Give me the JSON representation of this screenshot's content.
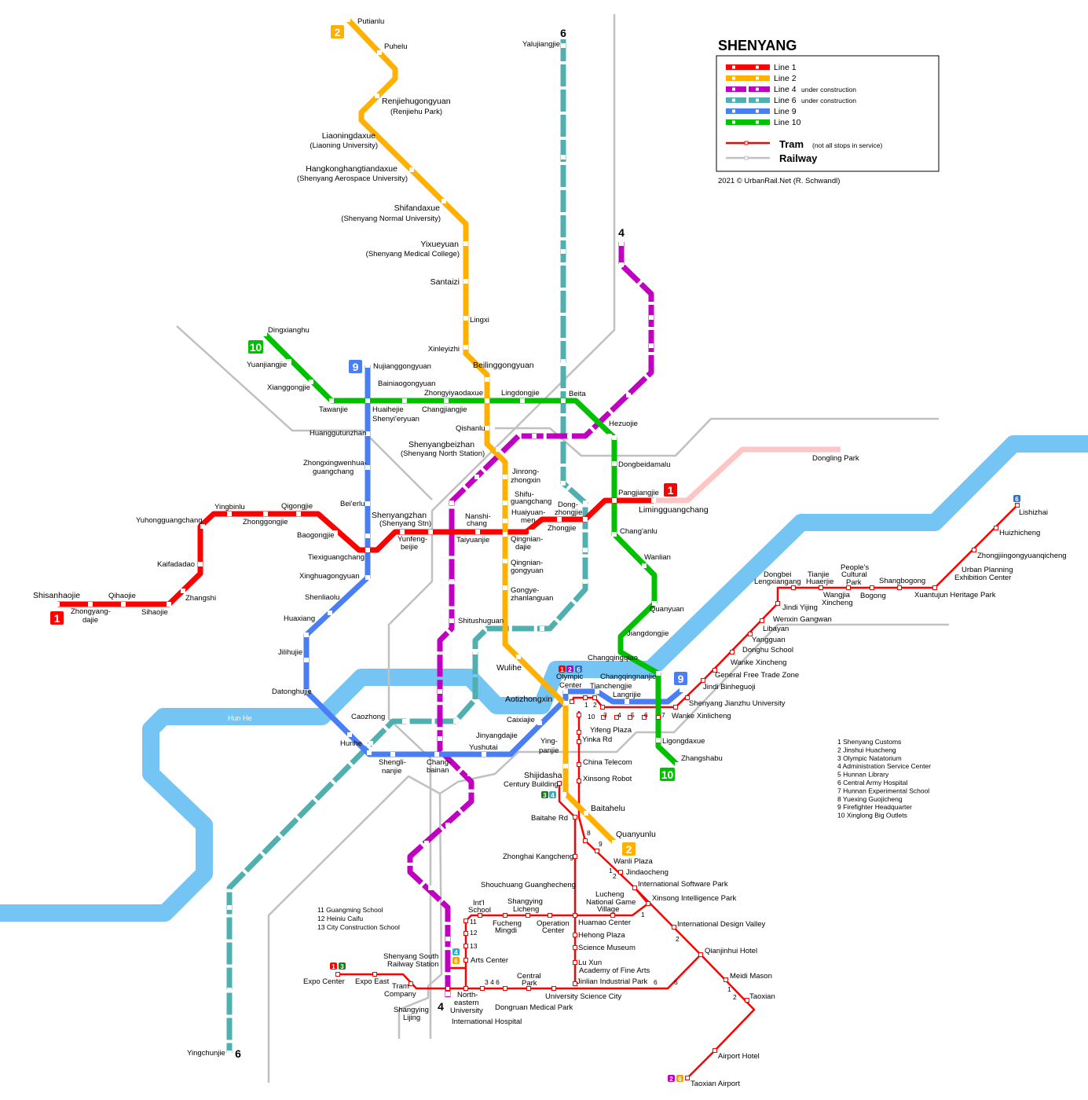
{
  "title": "SHENYANG",
  "legend": {
    "lines": [
      {
        "label": "Line 1",
        "note": "",
        "color": "#FF0000"
      },
      {
        "label": "Line 2",
        "note": "",
        "color": "#FFB000"
      },
      {
        "label": "Line 4",
        "note": "under construction",
        "color": "#C000C0"
      },
      {
        "label": "Line 6",
        "note": "under construction",
        "color": "#50B0B0"
      },
      {
        "label": "Line 9",
        "note": "",
        "color": "#4A7EF5"
      },
      {
        "label": "Line 10",
        "note": "",
        "color": "#00C000"
      }
    ],
    "tram_label": "Tram",
    "tram_note": "(not all stops in service)",
    "railway_label": "Railway",
    "copyright": "2021 © UrbanRail.Net (R. Schwandl)"
  },
  "river_label": "Hun He",
  "badges": [
    "2",
    "10",
    "9",
    "1",
    "1",
    "9",
    "10",
    "2"
  ],
  "line_numbers": [
    "6",
    "4",
    "4",
    "6"
  ],
  "labels": [
    "Putianlu",
    "Puhelu",
    "Renjiehugongyuan",
    "(Renjiehu Park)",
    "Liaoningdaxue",
    "(Liaoning University)",
    "Hangkonghangtiandaxue",
    "(Shenyang Aerospace University)",
    "Shifandaxue",
    "(Shenyang Normal University)",
    "Yixueyuan",
    "(Shenyang Medical College)",
    "Santaizi",
    "Lingxi",
    "Xinleyizhi",
    "Beilinggongyuan",
    "Shenyangbeizhan",
    "(Shenyang North Station)",
    "Jinrong-",
    "zhongxin",
    "Shifu-",
    "guangchang",
    "Huaiyuan-",
    "men",
    "Qingnian-",
    "dajie",
    "Qingnian-",
    "gongyuan",
    "Gongye-",
    "zhanlanguan",
    "Wulihe",
    "Aotizhongxin",
    "Ying-",
    "panjie",
    "Shijidasha",
    "Century Building",
    "Baitahelu",
    "Quanyunlu",
    "Shisanhaojie",
    "Zhongyang-",
    "dajie",
    "Qihaojie",
    "Sihaojie",
    "Zhangshi",
    "Kaifadadao",
    "Yuhongguangchang",
    "Yingbinlu",
    "Zhonggongjie",
    "Qigongjie",
    "Baogongjie",
    "Tiexiguangchang",
    "Shenyangzhan",
    "(Shenyang Stn)",
    "Yunfeng-",
    "beijie",
    "Nanshi-",
    "chang",
    "Taiyuanjie",
    "Dong-",
    "zhongjie",
    "Zhongjie",
    "Pangjiangjie",
    "Limingguangchang",
    "Dongling Park",
    "Nujianggongyuan",
    "Huaihejie",
    "Shenyi'eryuan",
    "Huanggutunzhan",
    "Zhongxingwenhua-",
    "guangchang",
    "Bei'erlu",
    "Xinghuagongyuan",
    "Shenliaolu",
    "Huaxiang",
    "Jilihujie",
    "Datonghujie",
    "Caozhong",
    "Hunhe",
    "Shengli-",
    "nanjie",
    "Chang-",
    "bainan",
    "Yushutai",
    "Jinyangdajie",
    "Caixiajie",
    "Olympic",
    "Center",
    "Tianchengjie",
    "Changqingnanjie",
    "Langrijie",
    "Dingxianghu",
    "Yuanjiangjie",
    "Xianggongjie",
    "Tawanjie",
    "Bainiaogongyuan",
    "Zhongyiyaodaxue",
    "Changjiangjie",
    "Qishanlu",
    "Lingdongjie",
    "Beita",
    "Hezuojie",
    "Dongbeidamalu",
    "Chang'anlu",
    "Wanlian",
    "Quanyuan",
    "Jiangdongjie",
    "Changqingqiao",
    "Ligongdaxue",
    "Zhangshabu",
    "Yalujiangjie",
    "Yingchunjie",
    "Shitushuguan",
    "Wanke Xinlicheng",
    "Shenyang Jianzhu University",
    "Jindi Binheguoji",
    "General Free Trade Zone",
    "Wanke Xincheng",
    "Donghu School",
    "Yangguan",
    "Libayan",
    "Wenxin Gangwan",
    "Jindi Yijing",
    "Dongbei",
    "Lengxiangang",
    "Tianjie",
    "Huaerjie",
    "Wangjia",
    "Xincheng",
    "People's",
    "Cultural",
    "Park",
    "Bogong",
    "Shangbogong",
    "Xuantujun Heritage Park",
    "Urban Planning",
    "Exhibition Center",
    "Zhongjiingongyuanqicheng",
    "Huizhicheng",
    "Lishizhai",
    "Yifeng Plaza",
    "Yinka Rd",
    "China Telecom",
    "Xinsong Robot",
    "Baitahe Rd",
    "Zhonghai Kangcheng",
    "Wanli Plaza",
    "Jindaocheng",
    "International Software Park",
    "Xinsong Intelligence Park",
    "International Design Valley",
    "Qianjinhui Hotel",
    "Meidi Mason",
    "Taoxian",
    "Airport Hotel",
    "Taoxian Airport",
    "Shouchuang Guanghecheng",
    "Lucheng",
    "National Game",
    "Village",
    "Int'l",
    "School",
    "Shangying",
    "Licheng",
    "Fucheng",
    "Mingdi",
    "Operation",
    "Center",
    "Huamao Center",
    "Hehong Plaza",
    "Science Museum",
    "Lu Xun",
    "Academy of Fine Arts",
    "Jinlian Industrial Park",
    "Central",
    "Park",
    "University Science City",
    "Dongruan Medical Park",
    "International Hospital",
    "North-",
    "eastern",
    "University",
    "Shangying",
    "Lijing",
    "Tram",
    "Company",
    "Expo Center",
    "Expo East",
    "Shenyang South",
    "Railway Station",
    "Arts Center"
  ],
  "tram_numbers": [
    "1",
    "2",
    "3",
    "4",
    "5",
    "6",
    "7",
    "10",
    "8",
    "9",
    "1",
    "2",
    "1",
    "2",
    "1",
    "2",
    "6",
    "6",
    "3 4 6",
    "11",
    "12",
    "13"
  ],
  "tram_notes_left": [
    "11  Guangming School",
    "12  Heiniu Caifu",
    "13  City Construction School"
  ],
  "tram_notes_right": [
    "1  Shenyang Customs",
    "2  Jinshui Huacheng",
    "3  Olympic Natatorium",
    "4  Administration Service Center",
    "5  Hunnan Library",
    "6  Central Army Hospital",
    "7  Hunnan Experimental School",
    "8  Yuexing Guojicheng",
    "9  Firefighter Headquarter",
    "10 Xinglong Big Outlets"
  ],
  "transfer_tags": [
    {
      "text": "1",
      "color": "#FF0000"
    },
    {
      "text": "2",
      "color": "#C000C0"
    },
    {
      "text": "6",
      "color": "#3070C0"
    },
    {
      "text": "3",
      "color": "#108010"
    },
    {
      "text": "4",
      "color": "#30B0C0"
    },
    {
      "text": "4",
      "color": "#30B0C0"
    },
    {
      "text": "6",
      "color": "#F0A000"
    },
    {
      "text": "1",
      "color": "#FF0000"
    },
    {
      "text": "3",
      "color": "#108010"
    },
    {
      "text": "6",
      "color": "#3070C0"
    },
    {
      "text": "2",
      "color": "#C000C0"
    },
    {
      "text": "6",
      "color": "#F0A000"
    }
  ]
}
